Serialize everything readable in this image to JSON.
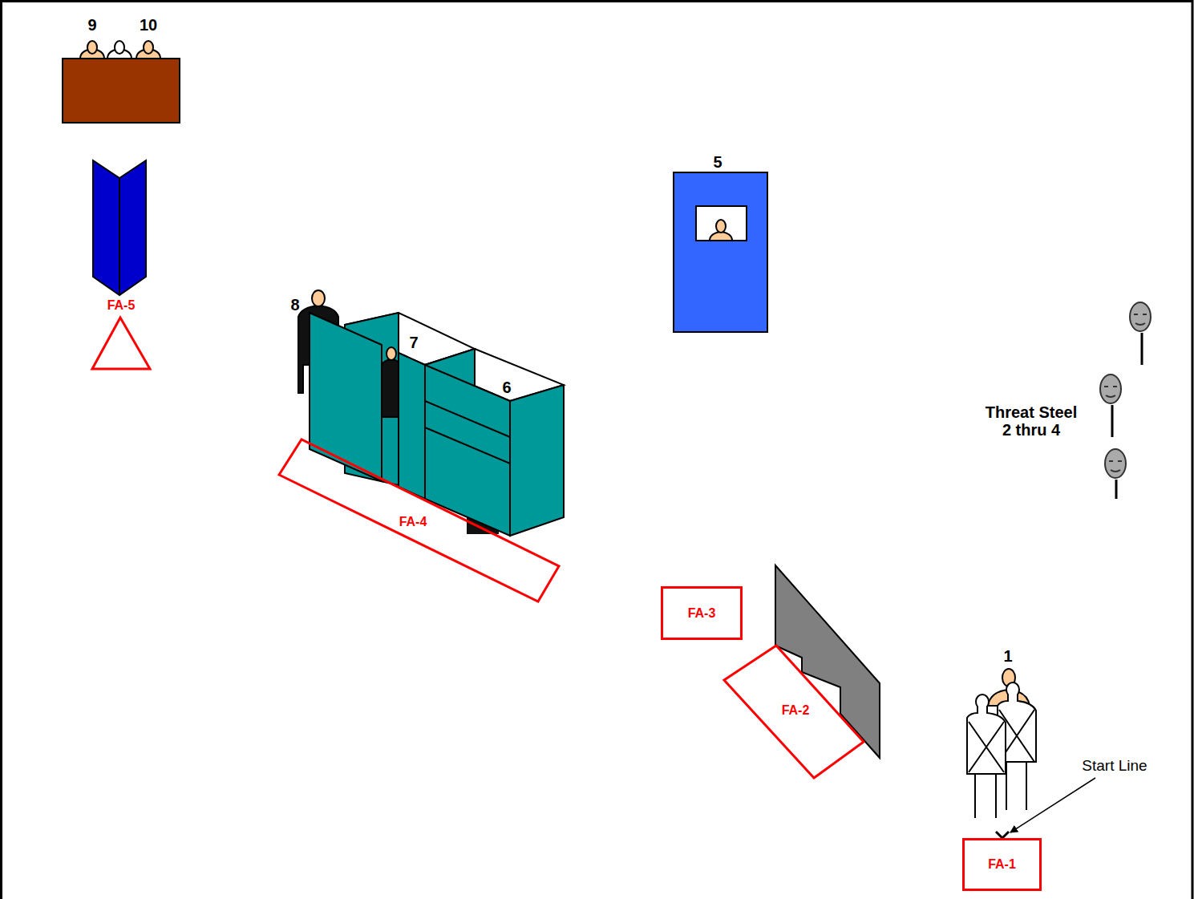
{
  "diagram": {
    "nodes": [
      {
        "text": [
          "FA-5"
        ]
      },
      {
        "text": [
          "FA-4"
        ]
      },
      {
        "text": [
          "FA-3"
        ]
      },
      {
        "text": [
          "FA-2"
        ]
      },
      {
        "text": [
          "FA-1"
        ]
      }
    ],
    "labels": [
      "9",
      "10",
      "5",
      "8",
      "7",
      "6",
      "Threat Steel 2 thru 4",
      "1",
      "Start Line"
    ]
  }
}
